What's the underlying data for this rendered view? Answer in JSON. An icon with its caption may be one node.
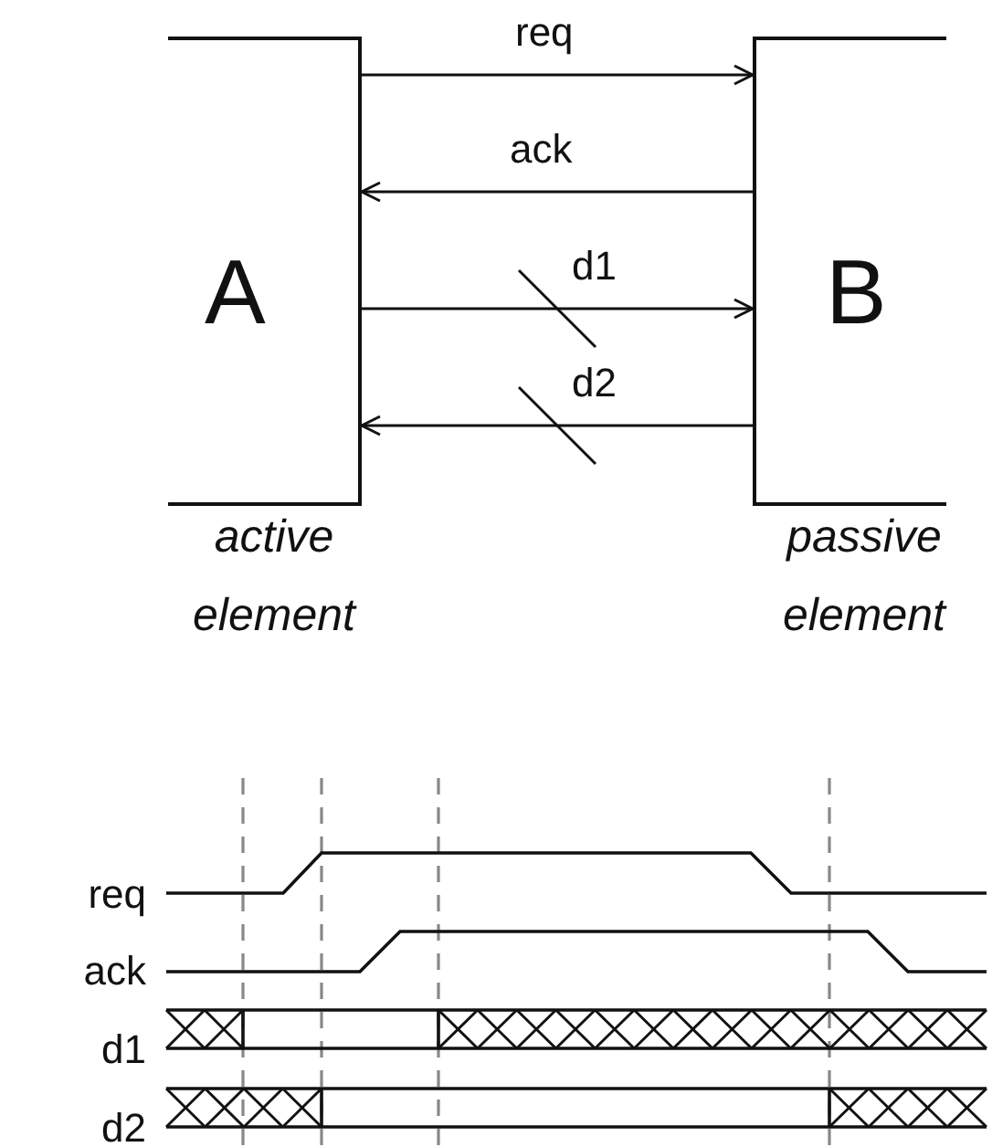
{
  "diagram": {
    "nodes": [
      {
        "text": [
          "A"
        ],
        "beside": [
          "active element"
        ]
      },
      {
        "text": [
          "B"
        ],
        "beside": [
          "passive element"
        ]
      }
    ],
    "edges": [
      {
        "from": 0,
        "to": 1,
        "arrow": "to",
        "label": "req"
      },
      {
        "from": 1,
        "to": 0,
        "arrow": "to",
        "label": "ack"
      },
      {
        "from": 0,
        "to": 1,
        "arrow": "to",
        "label": "d1"
      },
      {
        "from": 1,
        "to": 0,
        "arrow": "to",
        "label": "d2"
      }
    ],
    "labels": [
      "req",
      "ack",
      "d1",
      "d2"
    ]
  }
}
